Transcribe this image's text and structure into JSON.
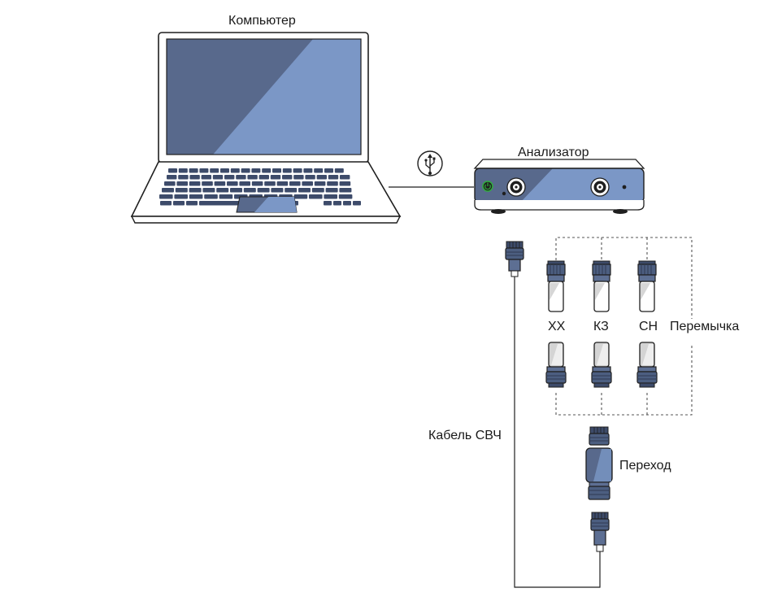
{
  "title": "Схема подключения анализатора",
  "labels": {
    "computer": "Компьютер",
    "analyzer": "Анализатор",
    "open": "ХХ",
    "short": "КЗ",
    "load": "СН",
    "jumper": "Перемычка",
    "cable": "Кабель СВЧ",
    "adapter": "Переход"
  },
  "icons": {
    "usb": "usb-icon",
    "power": "power-icon"
  },
  "colors": {
    "outline": "#1f1f1f",
    "screen_dark": "#58698c",
    "screen_light": "#7b97c6",
    "connector_blue": "#4c5e80",
    "connector_dark": "#2f3b52",
    "key": "#3d4b6a",
    "power_led": "#2fae3c"
  }
}
